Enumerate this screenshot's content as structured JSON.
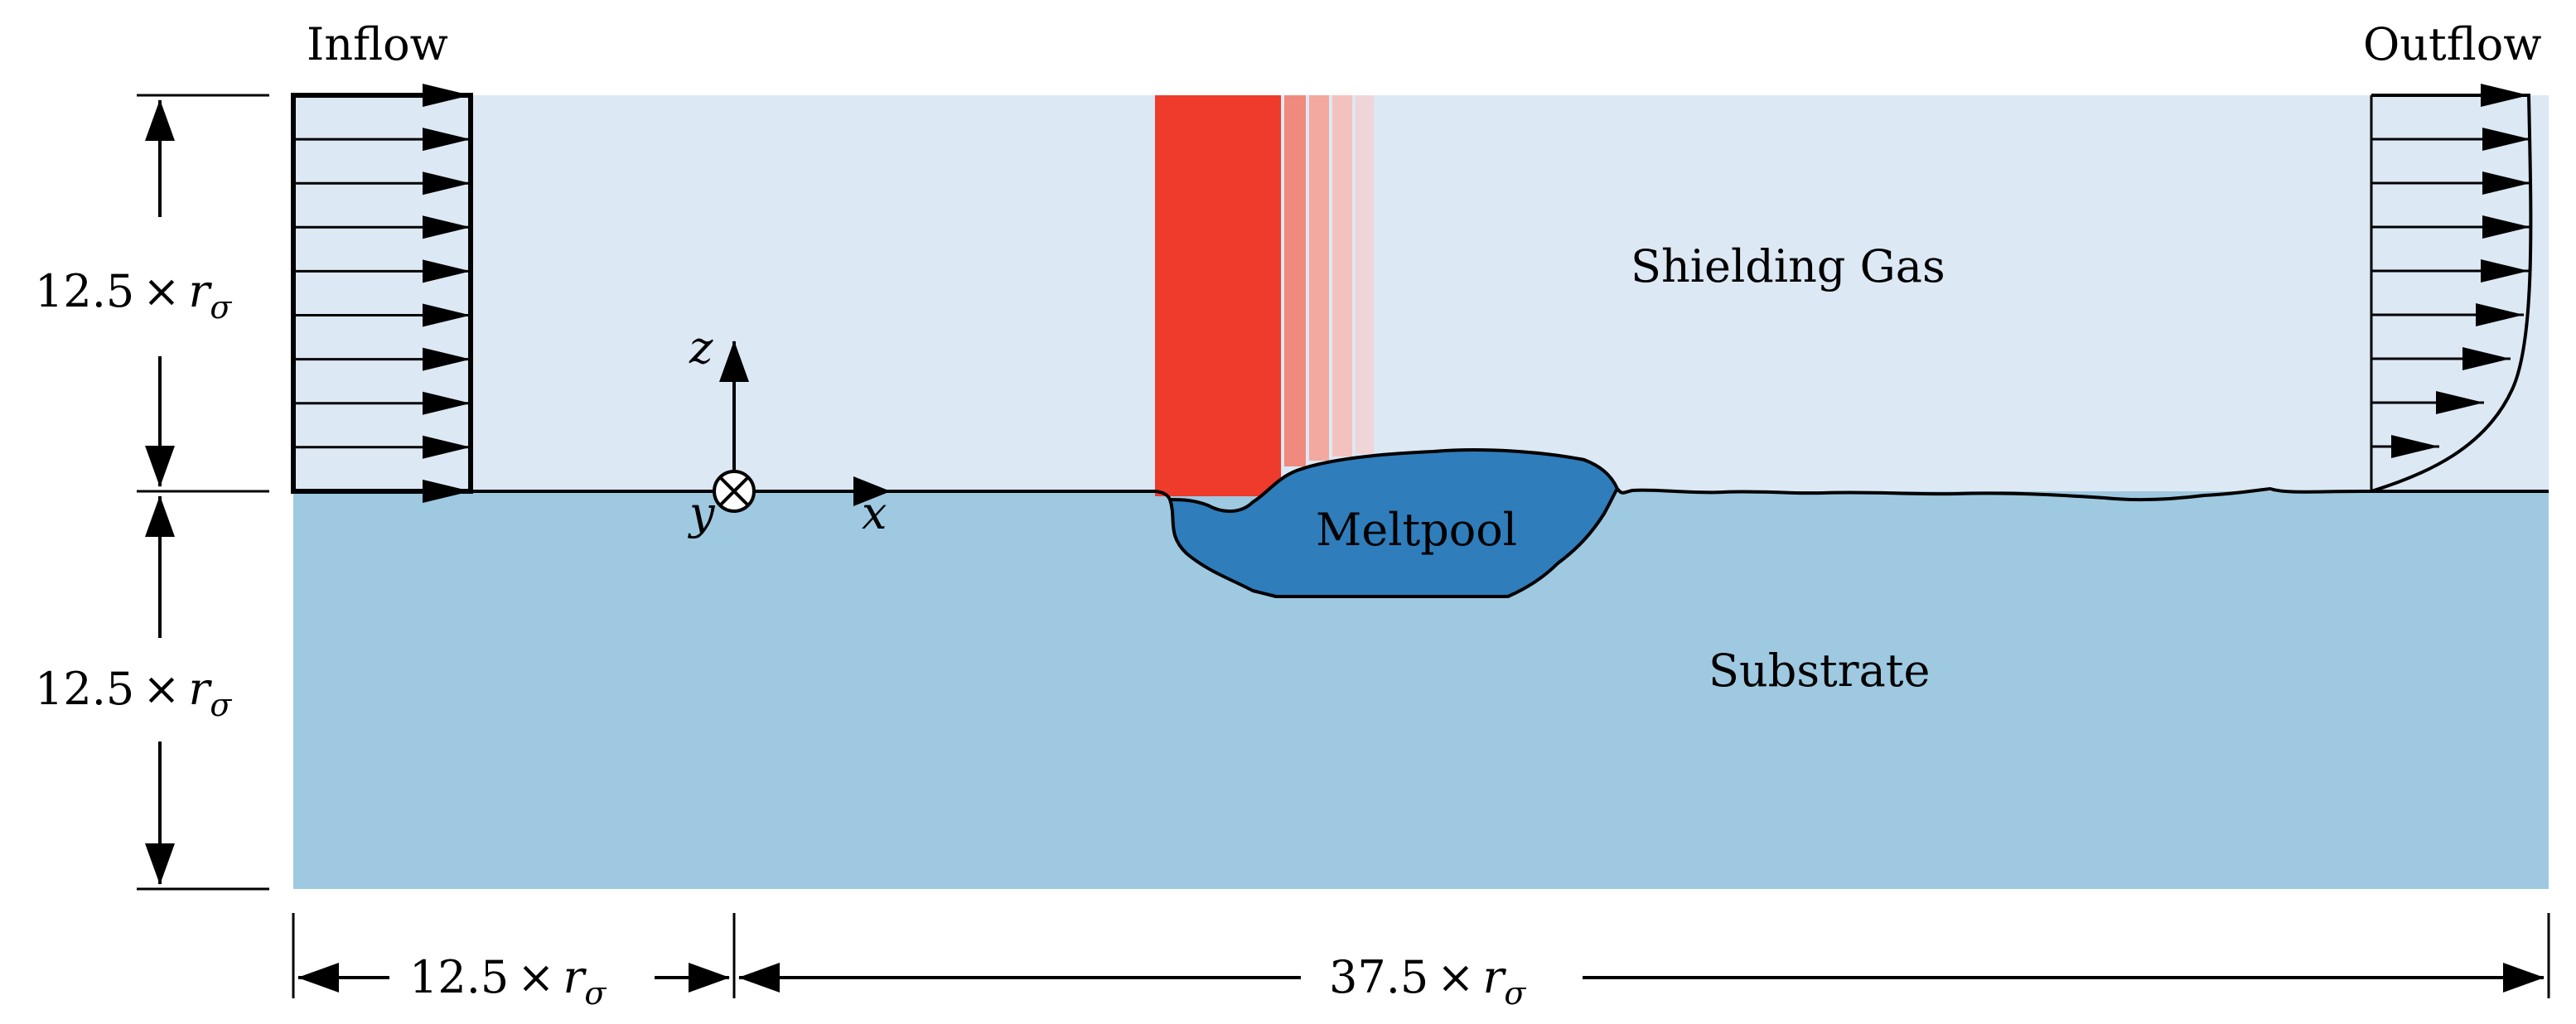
{
  "labels": {
    "inflow": "Inflow",
    "outflow": "Outflow",
    "shielding_gas": "Shielding Gas",
    "substrate": "Substrate",
    "meltpool": "Meltpool"
  },
  "axes": {
    "x": "x",
    "y": "y",
    "z": "z"
  },
  "dimensions": {
    "gas_height": {
      "value": "12.5",
      "times": "×",
      "symbol": "r",
      "subscript": "σ"
    },
    "substrate_height": {
      "value": "12.5",
      "times": "×",
      "symbol": "r",
      "subscript": "σ"
    },
    "inflow_width": {
      "value": "12.5",
      "times": "×",
      "symbol": "r",
      "subscript": "σ"
    },
    "domain_width": {
      "value": "37.5",
      "times": "×",
      "symbol": "r",
      "subscript": "σ"
    }
  },
  "colors": {
    "gas": "#dce8f4",
    "substrate": "#9ec9e0",
    "meltpool": "#2f7dbb",
    "laser": "#ef3b2c",
    "laser_fade": [
      "#f08a7e",
      "#f3a8a0",
      "#f3c2bf",
      "#efd5d7"
    ]
  }
}
